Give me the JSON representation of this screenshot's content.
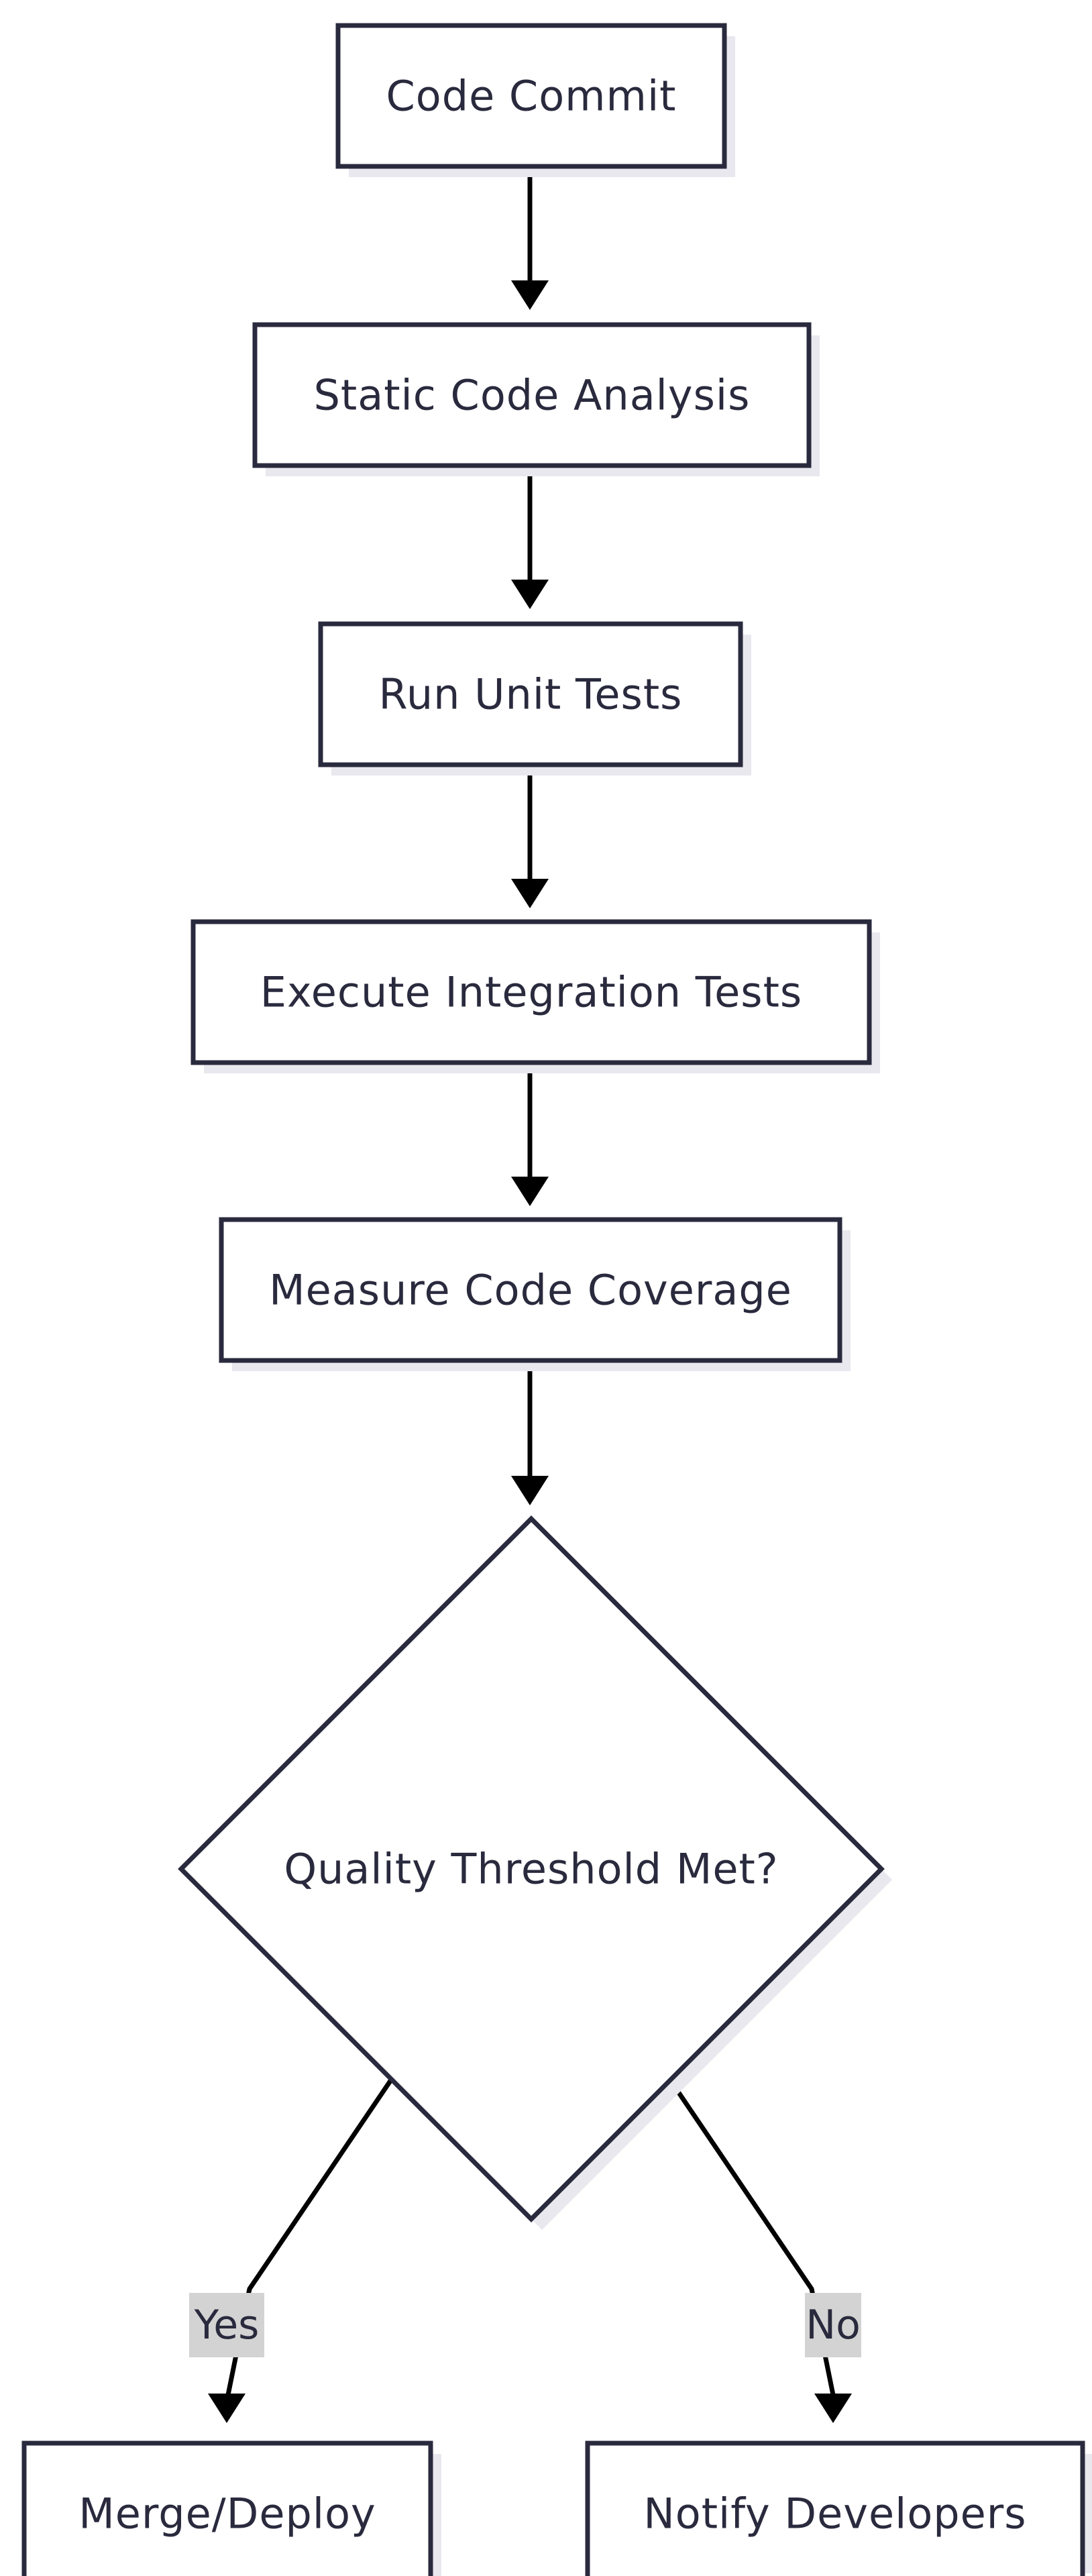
{
  "nodes": {
    "code_commit": "Code Commit",
    "static_analysis": "Static Code Analysis",
    "unit_tests": "Run Unit Tests",
    "integration_tests": "Execute Integration Tests",
    "coverage": "Measure Code Coverage",
    "quality_check": "Quality Threshold Met?",
    "merge_deploy": "Merge/Deploy",
    "notify": "Notify Developers"
  },
  "edges": {
    "yes_label": "Yes",
    "no_label": "No"
  },
  "colors": {
    "node_border": "#2a2a3e",
    "node_text": "#2a2a3e",
    "edge": "#000000",
    "edge_label_bg": "#d3d3d3",
    "shadow": "#e8e8ee"
  }
}
